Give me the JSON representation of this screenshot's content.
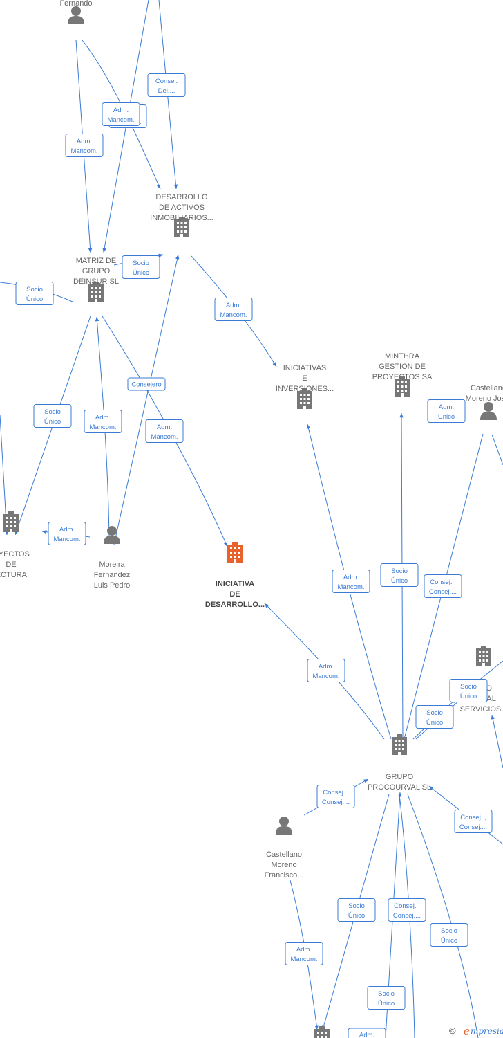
{
  "colors": {
    "edge": "#3a7bd5",
    "node_gray": "#777777",
    "node_focus": "#e8632b"
  },
  "nodes": [
    {
      "id": "fernando",
      "kind": "person",
      "lines": [
        "Fernando"
      ]
    },
    {
      "id": "desarrollo_activos",
      "kind": "company",
      "lines": [
        "DESARROLLO",
        "DE ACTIVOS",
        "INMOBILIARIOS..."
      ]
    },
    {
      "id": "matriz",
      "kind": "company",
      "lines": [
        "MATRIZ DE",
        "GRUPO",
        "DEINSUR  SL"
      ]
    },
    {
      "id": "proyectos_arq",
      "kind": "company",
      "lines": [
        "OYECTOS",
        "DE",
        "ITECTURA..."
      ]
    },
    {
      "id": "moreira",
      "kind": "person",
      "lines": [
        "Moreira",
        "Fernandez",
        "Luis Pedro"
      ]
    },
    {
      "id": "iniciativa_desarrollo",
      "kind": "company_focus",
      "lines": [
        "INICIATIVA",
        "DE",
        "DESARROLLO..."
      ]
    },
    {
      "id": "iniciativas_inversiones",
      "kind": "company",
      "lines": [
        "INICIATIVAS",
        "E",
        "INVERSIONES..."
      ]
    },
    {
      "id": "minthra",
      "kind": "company",
      "lines": [
        "MINTHRA",
        "GESTION DE",
        "PROYECTOS SA"
      ]
    },
    {
      "id": "castellano_jose",
      "kind": "person",
      "lines": [
        "Castellano",
        "Moreno Jos..."
      ]
    },
    {
      "id": "grupo_procourval_serv",
      "kind": "company",
      "lines": [
        "UPO",
        "URVAL",
        "SERVICIOS..."
      ]
    },
    {
      "id": "grupo_procourval",
      "kind": "company",
      "lines": [
        "GRUPO",
        "PROCOURVAL SL"
      ]
    },
    {
      "id": "castellano_francisco",
      "kind": "person",
      "lines": [
        "Castellano",
        "Moreno",
        "Francisco..."
      ]
    },
    {
      "id": "bottom_company",
      "kind": "company",
      "lines": []
    }
  ],
  "edge_labels": [
    {
      "id": "e1",
      "lines": [
        "Consej.",
        "Del...."
      ]
    },
    {
      "id": "e2",
      "lines": [
        "Adm.",
        "Mancom."
      ]
    },
    {
      "id": "e3",
      "lines": [
        "Adm.",
        "Mancom."
      ]
    },
    {
      "id": "e4",
      "lines": [
        "Adm.",
        "Mancom."
      ]
    },
    {
      "id": "e5",
      "lines": [
        "Socio",
        "Único"
      ]
    },
    {
      "id": "e6",
      "lines": [
        "Socio",
        "Único"
      ]
    },
    {
      "id": "e7",
      "lines": [
        "Adm.",
        "Mancom."
      ]
    },
    {
      "id": "e8",
      "lines": [
        "Consejero"
      ]
    },
    {
      "id": "e9",
      "lines": [
        "Socio",
        "Único"
      ]
    },
    {
      "id": "e10",
      "lines": [
        "Adm.",
        "Mancom."
      ]
    },
    {
      "id": "e11",
      "lines": [
        "Adm.",
        "Mancom."
      ]
    },
    {
      "id": "e12",
      "lines": [
        "Adm.",
        "Mancom."
      ]
    },
    {
      "id": "e13",
      "lines": [
        "Adm.",
        "Unico"
      ]
    },
    {
      "id": "e14",
      "lines": [
        "Adm.",
        "Mancom."
      ]
    },
    {
      "id": "e15",
      "lines": [
        "Socio",
        "Único"
      ]
    },
    {
      "id": "e16",
      "lines": [
        "Consej. ,",
        "Consej...."
      ]
    },
    {
      "id": "e17",
      "lines": [
        "Adm.",
        "Mancom."
      ]
    },
    {
      "id": "e18",
      "lines": [
        "Socio",
        "Único"
      ]
    },
    {
      "id": "e19",
      "lines": [
        "Socio",
        "Único"
      ]
    },
    {
      "id": "e20",
      "lines": [
        "Consej. ,",
        "Consej...."
      ]
    },
    {
      "id": "e21",
      "lines": [
        "Consej. ,",
        "Consej...."
      ]
    },
    {
      "id": "e22",
      "lines": [
        "Socio",
        "Único"
      ]
    },
    {
      "id": "e23",
      "lines": [
        "Consej. ,",
        "Consej...."
      ]
    },
    {
      "id": "e24",
      "lines": [
        "Socio",
        "Único"
      ]
    },
    {
      "id": "e25",
      "lines": [
        "Adm.",
        "Mancom."
      ]
    },
    {
      "id": "e26",
      "lines": [
        "Socio",
        "Único"
      ]
    },
    {
      "id": "e27",
      "lines": [
        "Adm."
      ]
    }
  ],
  "brand": {
    "copyright": "©",
    "first_letter": "e",
    "rest": "mpresia"
  }
}
